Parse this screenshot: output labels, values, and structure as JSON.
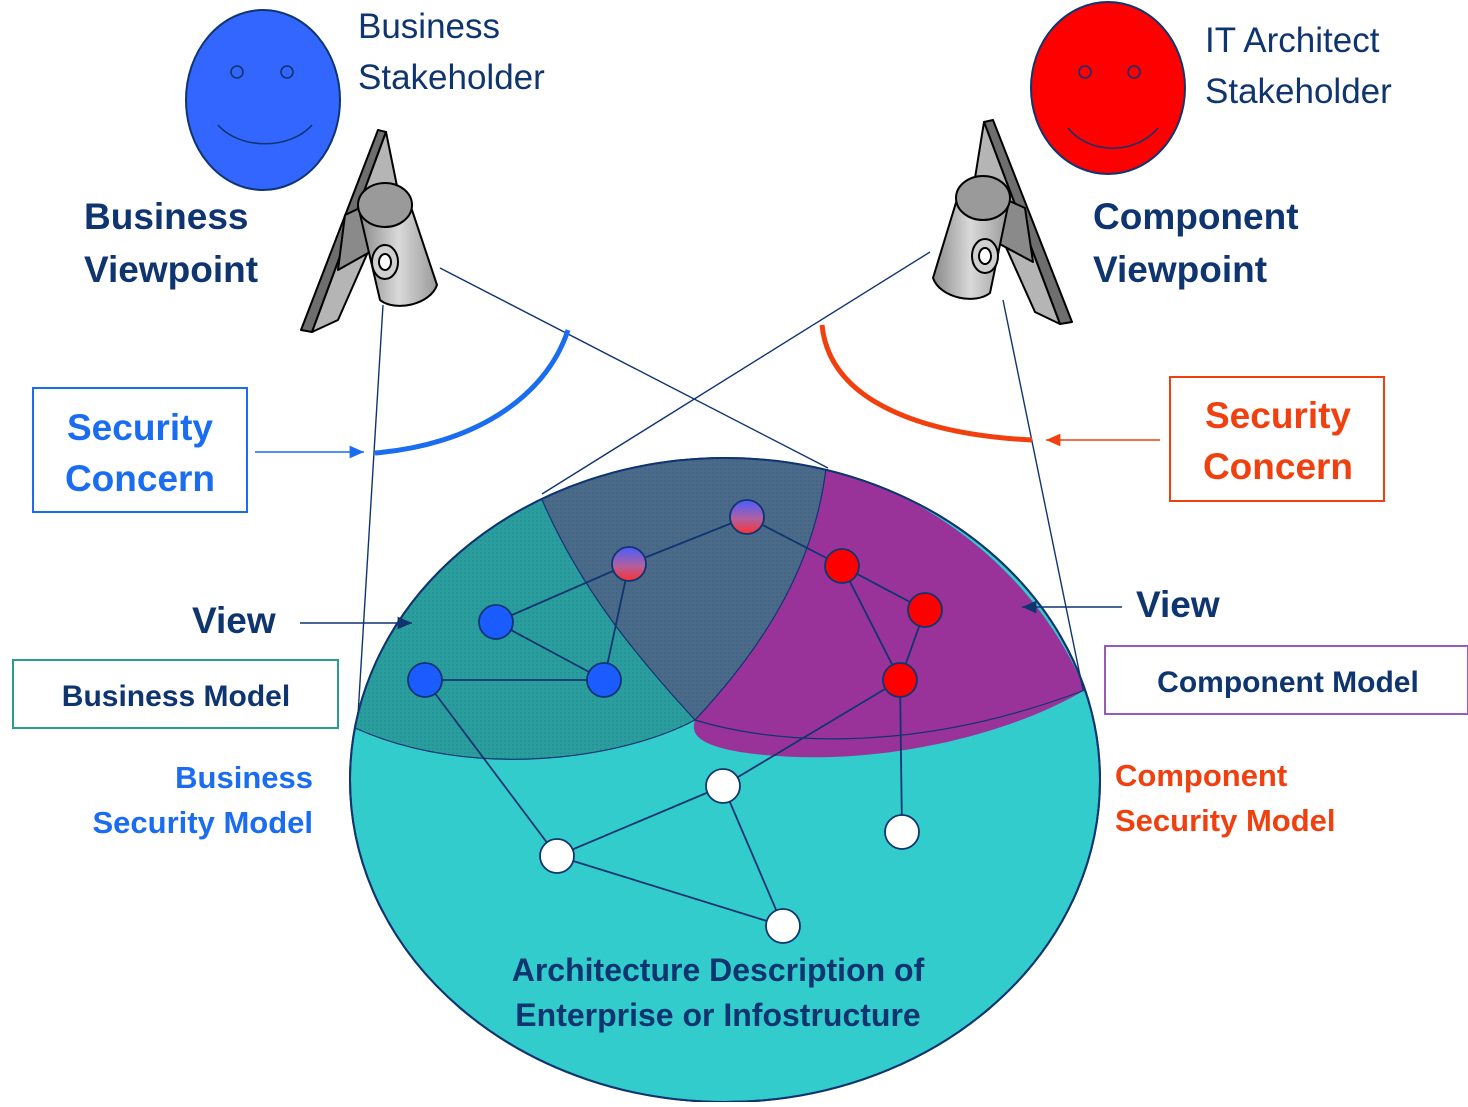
{
  "stakeholders": {
    "business": {
      "line1": "Business",
      "line2": "Stakeholder",
      "color": "#3366ff"
    },
    "it": {
      "line1": "IT Architect",
      "line2": "Stakeholder",
      "color": "#ff0000"
    }
  },
  "viewpoints": {
    "business": {
      "line1": "Business",
      "line2": "Viewpoint"
    },
    "component": {
      "line1": "Component",
      "line2": "Viewpoint"
    }
  },
  "concerns": {
    "business": {
      "line1": "Security",
      "line2": "Concern",
      "color": "#1a6cf0"
    },
    "component": {
      "line1": "Security",
      "line2": "Concern",
      "color": "#f04010"
    }
  },
  "views": {
    "business": "View",
    "component": "View"
  },
  "models": {
    "business": "Business Model",
    "component": "Component Model"
  },
  "security_models": {
    "business": {
      "line1": "Business",
      "line2": "Security Model"
    },
    "component": {
      "line1": "Component",
      "line2": "Security Model"
    }
  },
  "architecture": {
    "line1": "Architecture Description of",
    "line2": "Enterprise or Infostructure"
  },
  "colors": {
    "navy_text": "#0f3570",
    "teal_fill": "#33cccc",
    "business_view_fill": "#2a9e9e",
    "component_view_fill": "#993399",
    "overlap_fill": "#4a6a8a",
    "node_blue": "#1a5cff",
    "node_red": "#ff0000",
    "node_white": "#ffffff",
    "business_model_border": "#2a9d8f",
    "component_model_border": "#9b59b6"
  },
  "icons": [
    "smiley-face-icon",
    "camera-icon",
    "arrow-icon"
  ]
}
